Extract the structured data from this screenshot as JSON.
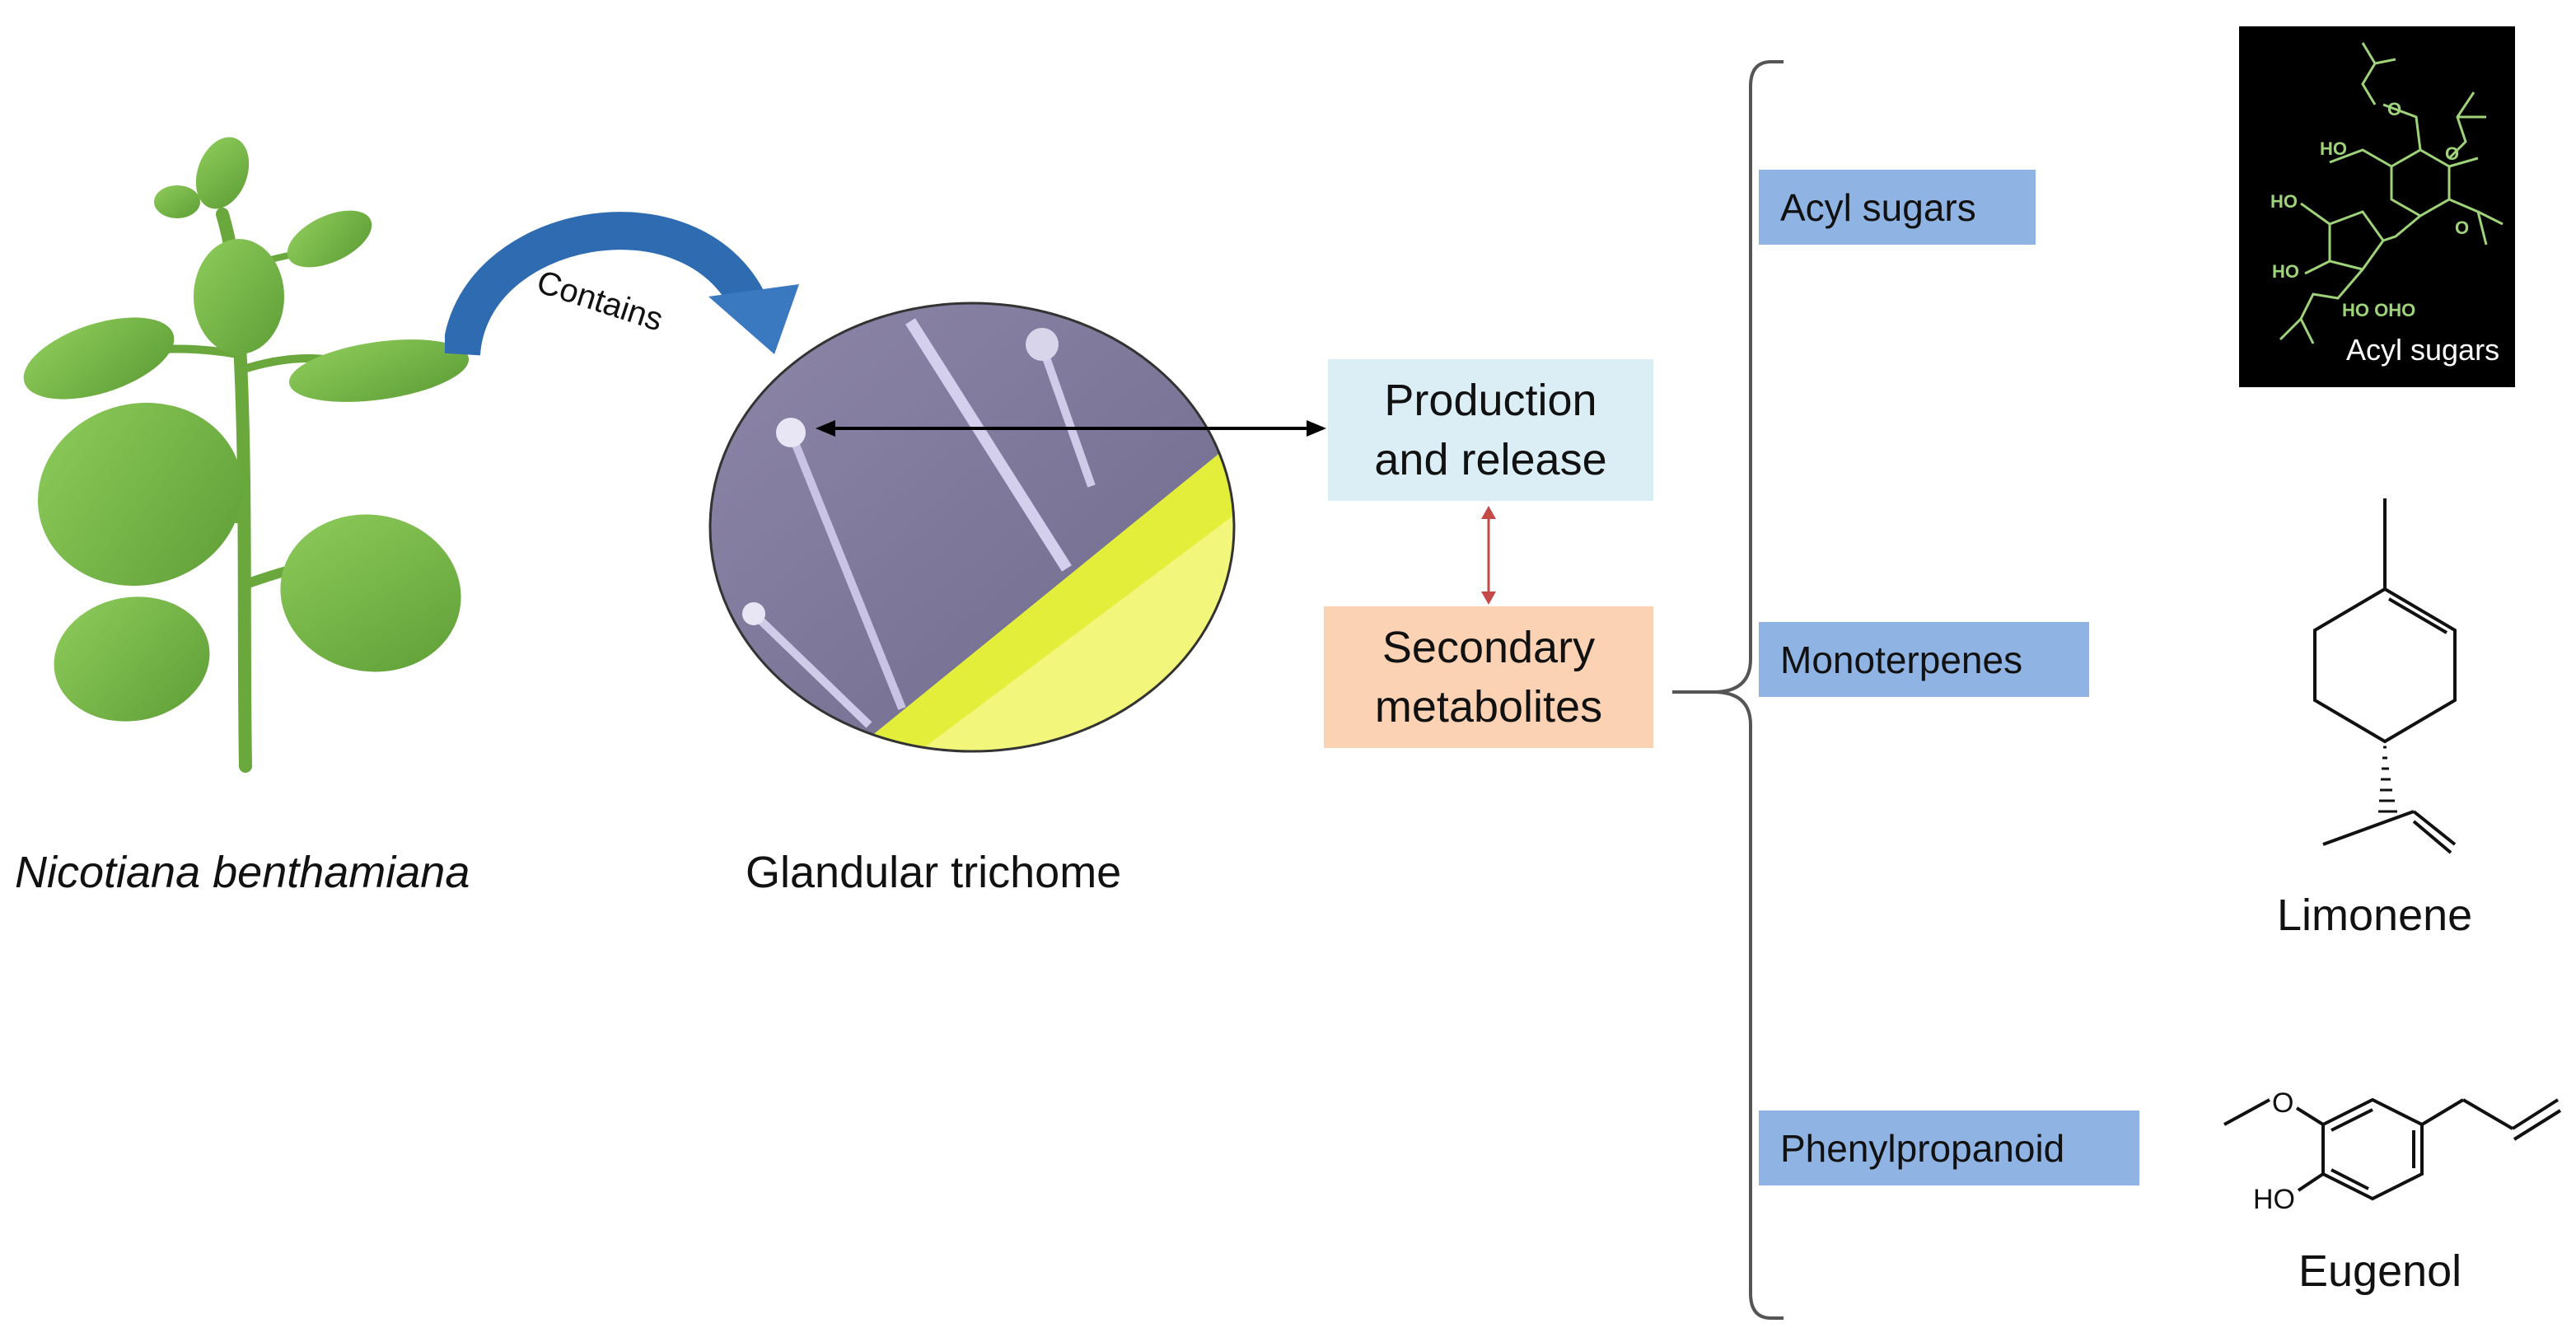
{
  "plant": {
    "label": "Nicotiana benthamiana"
  },
  "arrow": {
    "label": "Contains"
  },
  "trichome": {
    "label": "Glandular trichome"
  },
  "process": {
    "production": [
      "Production",
      "and release"
    ],
    "secondary": [
      "Secondary",
      "metabolites"
    ]
  },
  "categories": [
    {
      "label": "Acyl sugars"
    },
    {
      "label": "Monoterpenes"
    },
    {
      "label": "Phenylpropanoid"
    }
  ],
  "structures": {
    "acyl": {
      "caption": "Acyl sugars",
      "ho": "HO",
      "o": "O",
      "ho_oho": "HO  OHO"
    },
    "limonene": {
      "caption": "Limonene"
    },
    "eugenol": {
      "caption": "Eugenol",
      "o": "O",
      "ho": "HO"
    }
  },
  "colors": {
    "production_box": "#dbeef6",
    "secondary_box": "#fbd3b4",
    "category_box": "#8fb4e3",
    "arrow_blue": "#2e6bb0",
    "leaf_green": "#7fbf4d",
    "acyl_bg": "#000000",
    "acyl_lines": "#9fd37a"
  }
}
